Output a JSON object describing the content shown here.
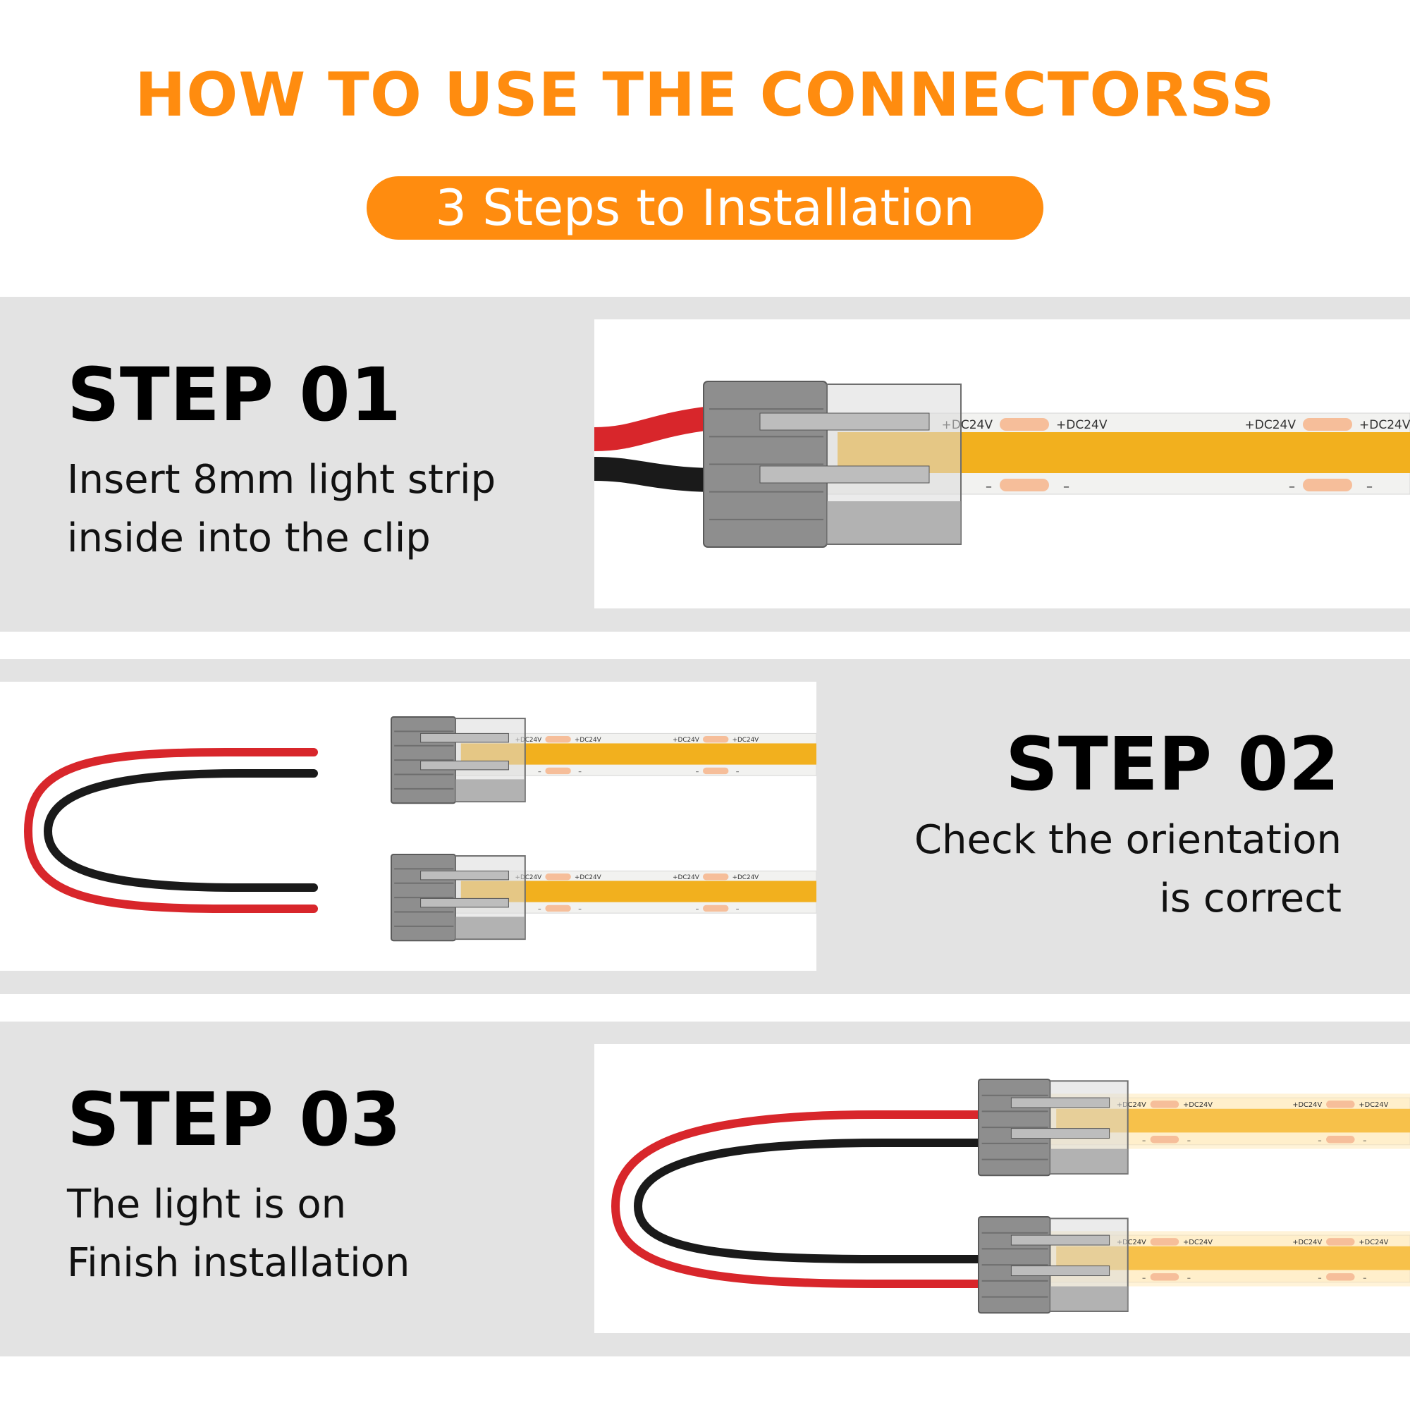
{
  "header": {
    "title": "HOW TO USE THE CONNECTORSS",
    "subtitle": "3 Steps to Installation"
  },
  "colors": {
    "accent": "#FF8C0F",
    "band": "#E3E3E3",
    "wire_red": "#D8262B",
    "wire_black": "#1A1A1A",
    "led_warm": "#F2B01E"
  },
  "strip": {
    "positive_label": "+DC24V",
    "negative_label": "–"
  },
  "steps": [
    {
      "heading": "STEP 01",
      "line1": "Insert 8mm light strip",
      "line2": "inside into the clip"
    },
    {
      "heading": "STEP 02",
      "line1": "Check the orientation",
      "line2": "is correct"
    },
    {
      "heading": "STEP 03",
      "line1": "The light is on",
      "line2": "Finish installation"
    }
  ]
}
